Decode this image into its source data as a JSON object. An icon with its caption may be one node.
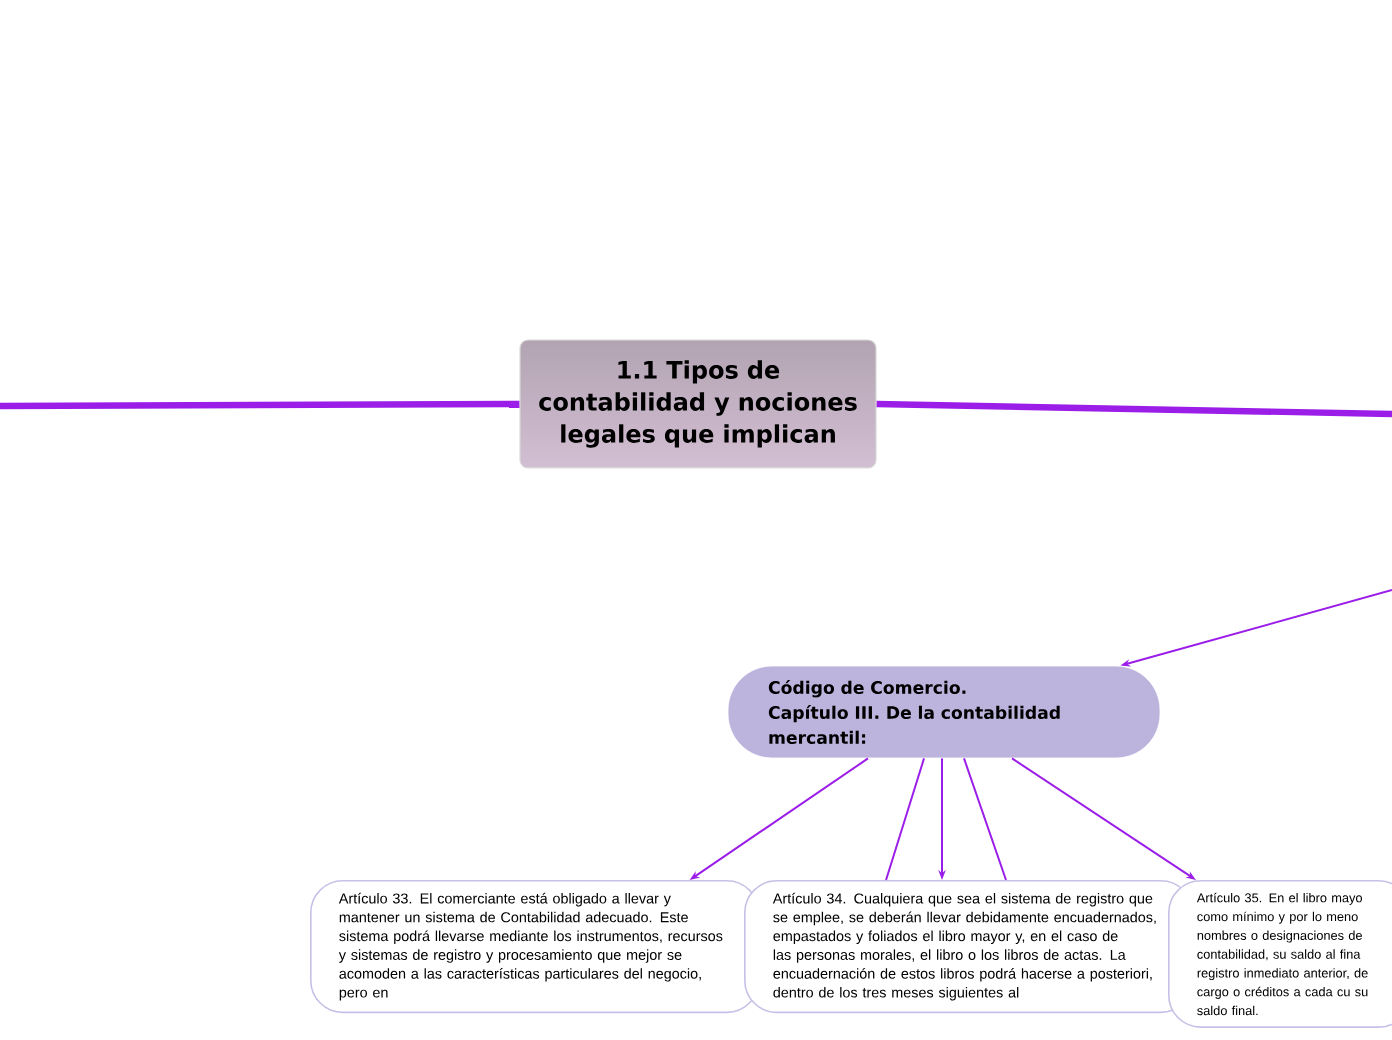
{
  "diagram": {
    "nodes": [
      {
        "text": [
          "1.1 Tipos de contabilidad y nociones legales que implican"
        ]
      },
      {
        "text": [
          "Código de Comercio.",
          "Capítulo III. De la contabilidad mercantil:"
        ]
      },
      {
        "text": [
          "Artículo 33. El comerciante está obligado a llevar y mantener un sistema de Contabilidad adecuado. Este sistema podrá llevarse mediante los instrumentos, recursos y sistemas de registro y procesamiento que mejor se acomoden a las características particulares del negocio, pero en"
        ]
      },
      {
        "text": [
          "Artículo 34. Cualquiera que sea el sistema de registro que se emplee, se deberán llevar debidamente encuadernados, empastados y foliados el libro mayor y, en el caso de las personas morales, el libro o los libros de actas. La encuadernación de estos libros podrá hacerse a posteriori, dentro de los tres meses siguientes al"
        ]
      },
      {
        "text": [
          "Artículo 35. En el libro mayo como mínimo y por lo meno nombres o designaciones de contabilidad, su saldo al fina registro inmediato anterior, de cargo o créditos a cada cu su saldo final."
        ]
      }
    ],
    "edges": [
      {
        "from": null,
        "to": 0,
        "arrow": "none",
        "style": "thick"
      },
      {
        "from": 0,
        "to": null,
        "arrow": "none",
        "style": "thick"
      },
      {
        "from": null,
        "to": 1,
        "arrow": "to"
      },
      {
        "from": 1,
        "to": 2,
        "arrow": "to"
      },
      {
        "from": 1,
        "to": 3,
        "arrow": "none"
      },
      {
        "from": 1,
        "to": 3,
        "arrow": "to"
      },
      {
        "from": 1,
        "to": 3,
        "arrow": "none"
      },
      {
        "from": 1,
        "to": 4,
        "arrow": "to"
      }
    ]
  }
}
